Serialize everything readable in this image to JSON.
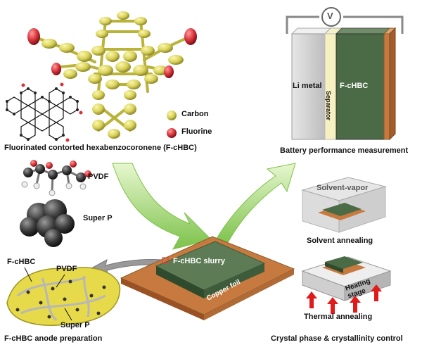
{
  "molecule": {
    "title": "Fluorinated contorted hexabenzocoronene (F-cHBC)",
    "legend": [
      {
        "label": "Carbon",
        "color": "#d9d25a"
      },
      {
        "label": "Fluorine",
        "color": "#d8323a"
      }
    ]
  },
  "battery": {
    "caption": "Battery performance measurement",
    "left_layer": "Li metal",
    "separator": "Separator",
    "right_layer": "F-cHBC",
    "meter_symbol": "V"
  },
  "materials": {
    "binder": "PVDF",
    "carbon_additive": "Super P"
  },
  "slurry": {
    "label": "F-cHBC slurry",
    "substrate": "Copper foil"
  },
  "anode": {
    "caption": "F-cHBC anode preparation",
    "labels": [
      "F-cHBC",
      "PVDF",
      "Super P"
    ]
  },
  "solvent": {
    "box_label": "Solvent-vapor",
    "caption": "Solvent annealing"
  },
  "thermal": {
    "stage_label": "Heating stage",
    "caption": "Thermal annealing",
    "group_caption": "Crystal phase & crystallinity control"
  },
  "colors": {
    "carbon": "#d9d25a",
    "fluorine": "#d8323a",
    "slurry_green": "#4a6b45",
    "copper": "#c77a3f",
    "arrow_green": "#9bd36a"
  }
}
